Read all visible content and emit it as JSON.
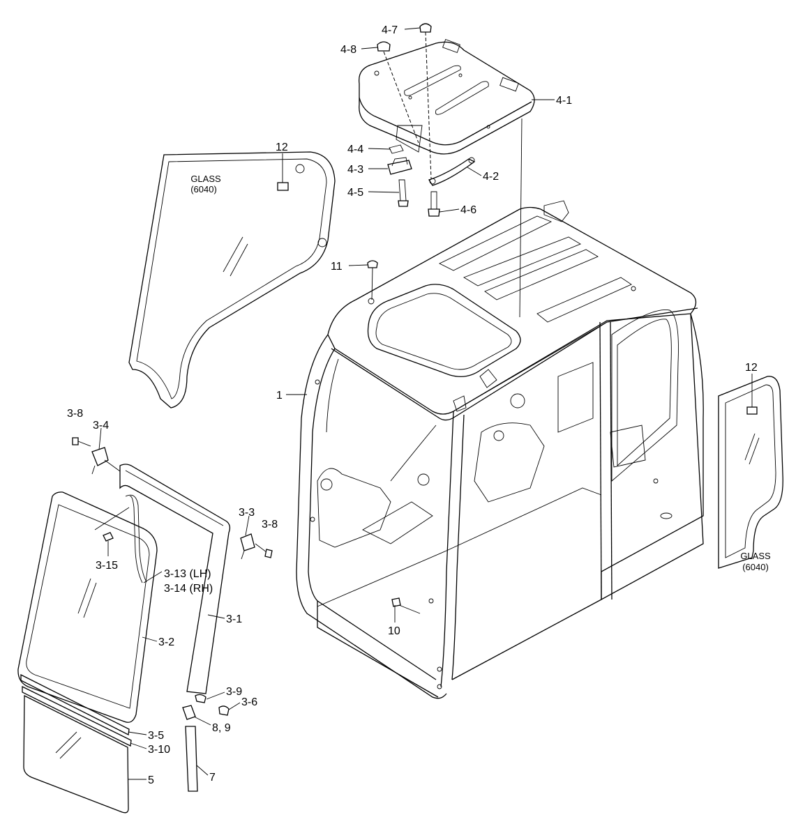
{
  "colors": {
    "ink": "#000000",
    "paper": "#ffffff"
  },
  "glass_notes": [
    {
      "id": "glass-note-left",
      "line1": "GLASS",
      "line2": "(6040)"
    },
    {
      "id": "glass-note-right",
      "line1": "GLASS",
      "line2": "(6040)"
    }
  ],
  "callouts": [
    "4-7",
    "4-8",
    "4-1",
    "4-4",
    "4-3",
    "4-2",
    "4-5",
    "4-6",
    "12",
    "12",
    "11",
    "1",
    "3-8",
    "3-4",
    "3-3",
    "3-8",
    "3-15",
    "3-13 (LH)",
    "3-14 (RH)",
    "3-1",
    "3-2",
    "10",
    "3-9",
    "3-6",
    "8, 9",
    "3-5",
    "3-10",
    "5",
    "7"
  ]
}
